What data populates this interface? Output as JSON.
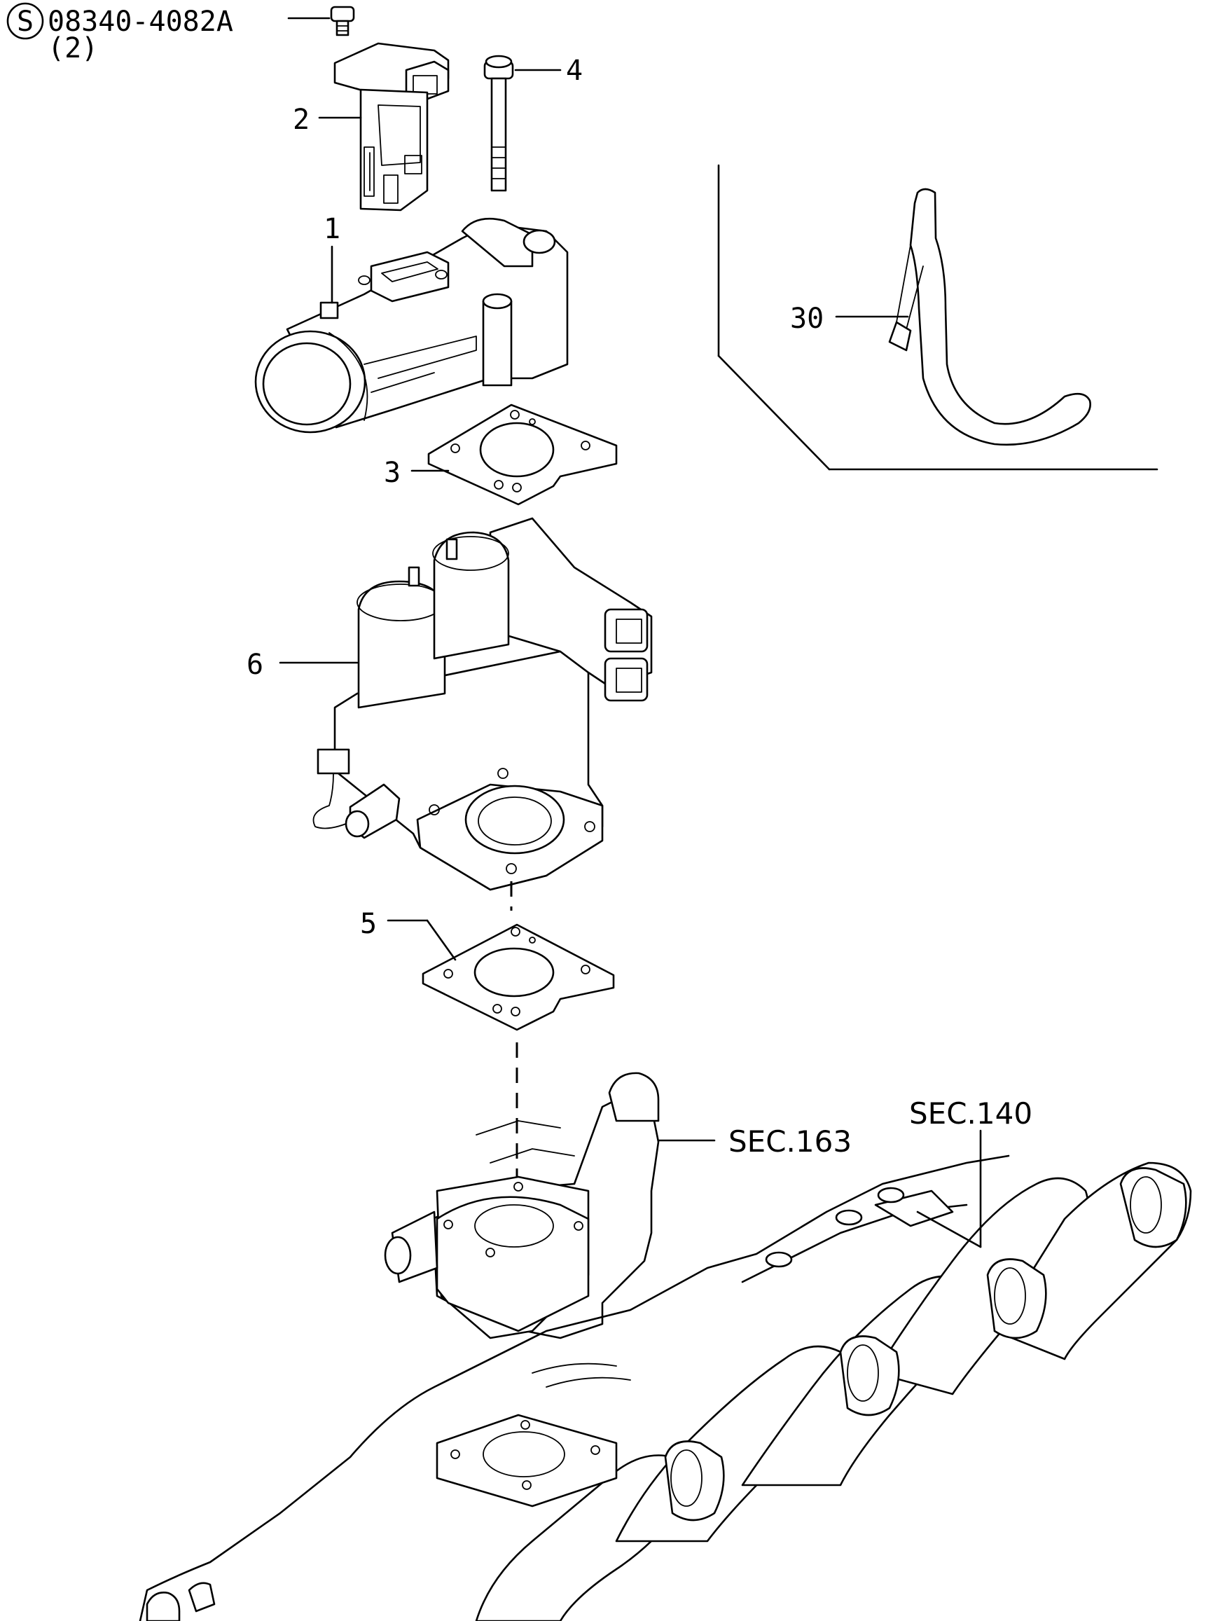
{
  "callouts": {
    "screw_symbol": "S",
    "screw_part": "08340-4082A",
    "screw_qty": "(2)",
    "c1": "1",
    "c2": "2",
    "c3": "3",
    "c4": "4",
    "c5": "5",
    "c6": "6",
    "c30": "30"
  },
  "section_refs": {
    "sec163": "SEC.163",
    "sec140": "SEC.140"
  },
  "colors": {
    "line": "#000000",
    "background": "#ffffff"
  }
}
